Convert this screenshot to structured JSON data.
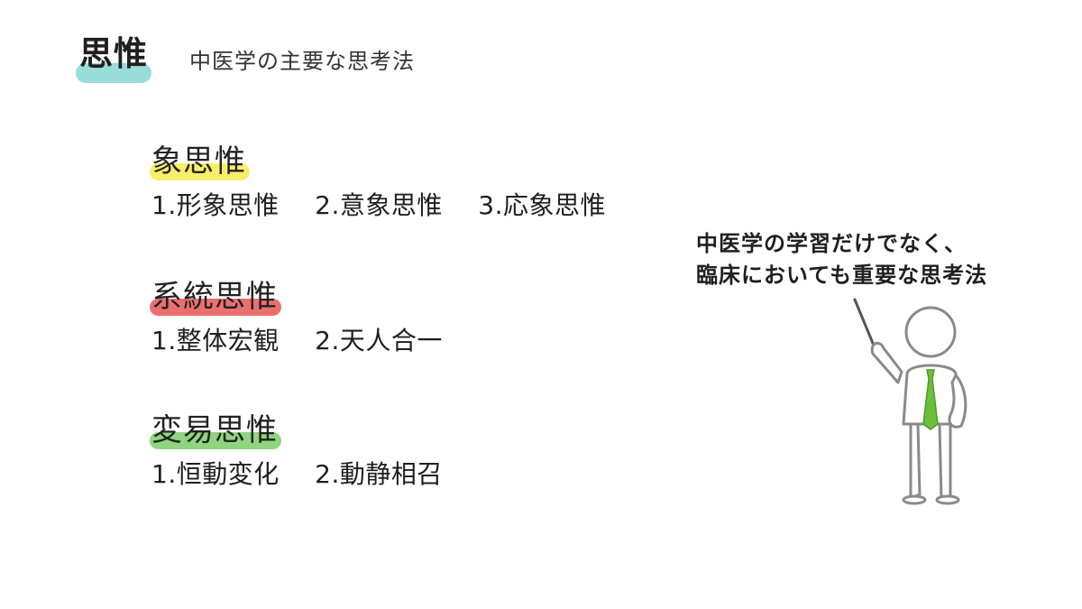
{
  "header": {
    "tag_label": "思惟",
    "tag_highlight_color": "#9adcd9",
    "subtitle": "中医学の主要な思考法"
  },
  "sections": [
    {
      "heading": "象思惟",
      "highlight_color": "#f7ef6a",
      "items": [
        "1.形象思惟",
        "2.意象思惟",
        "3.応象思惟"
      ]
    },
    {
      "heading": "系統思惟",
      "highlight_color": "#ec6f6f",
      "items": [
        "1.整体宏観",
        "2.天人合一"
      ]
    },
    {
      "heading": "変易思惟",
      "highlight_color": "#8fd47f",
      "items": [
        "1.恒動変化",
        "2.動静相召"
      ]
    }
  ],
  "speech": {
    "line1": "中医学の学習だけでなく、",
    "line2": "臨床においても重要な思考法"
  },
  "illustration": {
    "name": "presenter-with-pointer",
    "tie_color": "#6cbf3a"
  }
}
